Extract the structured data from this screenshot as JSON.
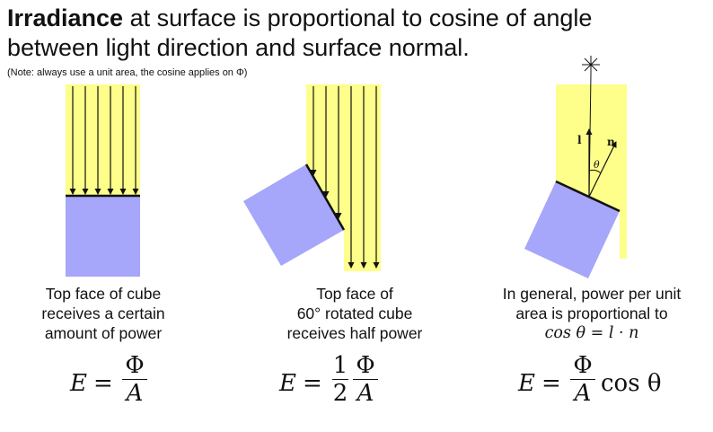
{
  "title": {
    "bold": "Irradiance",
    "rest_line1": " at surface is proportional to cosine of angle",
    "line2": "between light direction and surface normal."
  },
  "note": "(Note: always use a unit area, the cosine applies on Φ)",
  "panels": [
    {
      "caption_lines": [
        "Top face of cube",
        "receives a certain",
        "amount of power"
      ],
      "equation": {
        "lhs": "E",
        "eq": "=",
        "num": "Φ",
        "den": "A"
      }
    },
    {
      "caption_lines": [
        "Top face of",
        "60° rotated cube",
        "receives half power"
      ],
      "equation": {
        "lhs": "E",
        "eq": "=",
        "coef_num": "1",
        "coef_den": "2",
        "num": "Φ",
        "den": "A"
      }
    },
    {
      "caption_lines": [
        "In general, power per unit",
        "area is proportional to"
      ],
      "caption_math": "cos θ = l · n",
      "equation": {
        "lhs": "E",
        "eq": "=",
        "num": "Φ",
        "den": "A",
        "tail": "cos θ"
      }
    }
  ],
  "diagram_labels": {
    "light_dir": "l",
    "normal": "n",
    "angle": "θ"
  },
  "colors": {
    "light": "#fefe8a",
    "cube": "#a6a6fa",
    "ink": "#111111"
  }
}
